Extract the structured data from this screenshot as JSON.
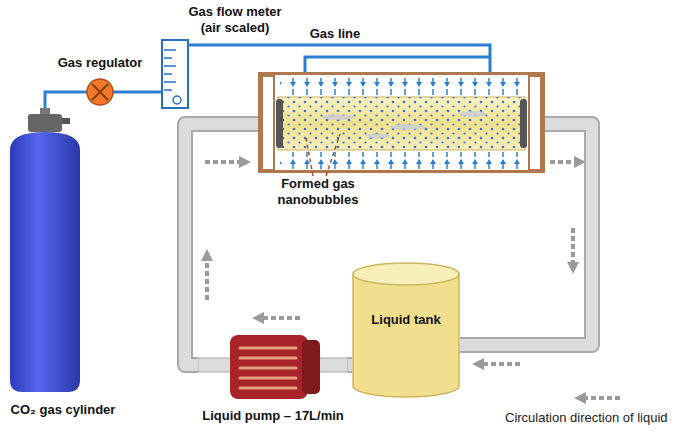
{
  "diagram": {
    "nodes": [
      {
        "text": [
          "Gas flow meter (air scaled)"
        ]
      },
      {
        "text": [
          "Gas regulator"
        ]
      },
      {
        "text": [
          "Formed gas nanobubbles"
        ]
      },
      {
        "text": [
          "Liquid tank"
        ]
      },
      {
        "text": [
          "CO₂ gas cylinder"
        ]
      },
      {
        "text": [
          "Liquid pump – 17L/min"
        ]
      }
    ],
    "edges": [
      {
        "from": 4,
        "to": 1,
        "arrow": "none"
      },
      {
        "from": 1,
        "to": 0,
        "arrow": "none"
      },
      {
        "from": 0,
        "to": 2,
        "label": "Gas line",
        "arrow": "none"
      },
      {
        "from": 5,
        "to": 2,
        "arrow": "none"
      },
      {
        "from": 2,
        "to": 3,
        "arrow": "none"
      },
      {
        "from": 3,
        "to": 5,
        "arrow": "none"
      }
    ],
    "labels": [
      "Circulation direction of liquid"
    ]
  }
}
